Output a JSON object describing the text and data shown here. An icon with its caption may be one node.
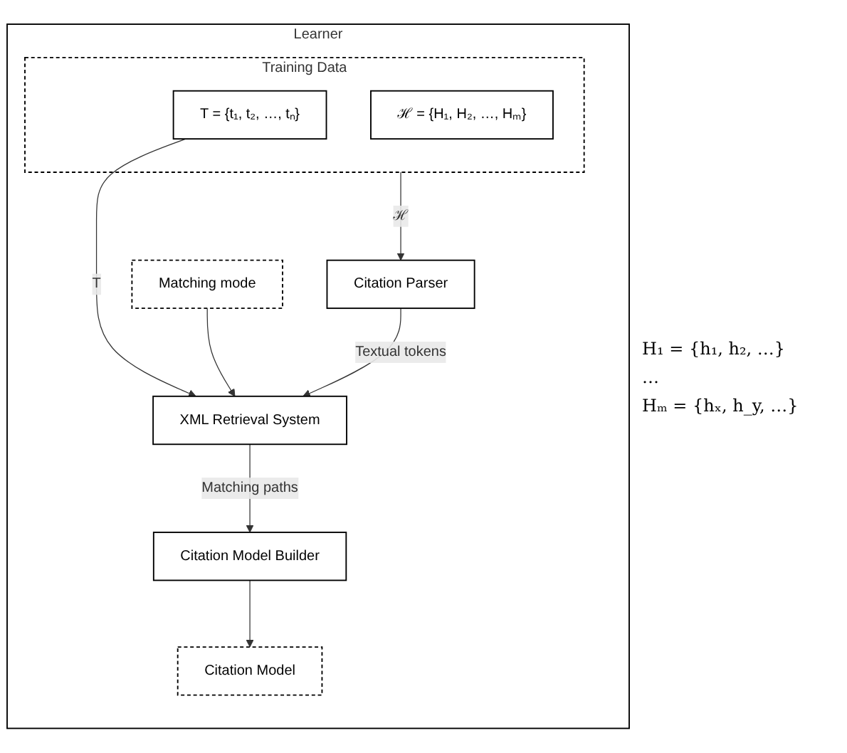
{
  "diagram": {
    "nodes": [
      {
        "text": [
          "Learner"
        ]
      },
      {
        "text": [
          "Training Data"
        ],
        "in": 0
      },
      {
        "text": [
          "T = {t₁, t₂, …, tₙ}"
        ],
        "in": 1
      },
      {
        "text": [
          "ℋ = {H₁, H₂, …, Hₘ}"
        ],
        "in": 1
      },
      {
        "text": [
          "Matching mode"
        ],
        "in": 0
      },
      {
        "text": [
          "Citation Parser"
        ],
        "in": 0
      },
      {
        "text": [
          "XML Retrieval System"
        ],
        "in": 0
      },
      {
        "text": [
          "Citation Model Builder"
        ],
        "in": 0
      },
      {
        "text": [
          "Citation Model"
        ],
        "in": 0
      }
    ],
    "edges": [
      {
        "from": 2,
        "to": 6,
        "arrow": "to",
        "label": "T"
      },
      {
        "from": 4,
        "to": 6,
        "arrow": "to"
      },
      {
        "from": 1,
        "to": 5,
        "arrow": "to",
        "label": "ℋ"
      },
      {
        "from": 5,
        "to": 6,
        "arrow": "to",
        "label": "Textual tokens"
      },
      {
        "from": 6,
        "to": 7,
        "arrow": "to",
        "label": "Matching paths"
      },
      {
        "from": 7,
        "to": 8,
        "arrow": "to"
      }
    ],
    "labels": [
      "H₁ = {h₁, h₂, …}",
      "…",
      "Hₘ = {hₓ, h_y, …}"
    ]
  }
}
